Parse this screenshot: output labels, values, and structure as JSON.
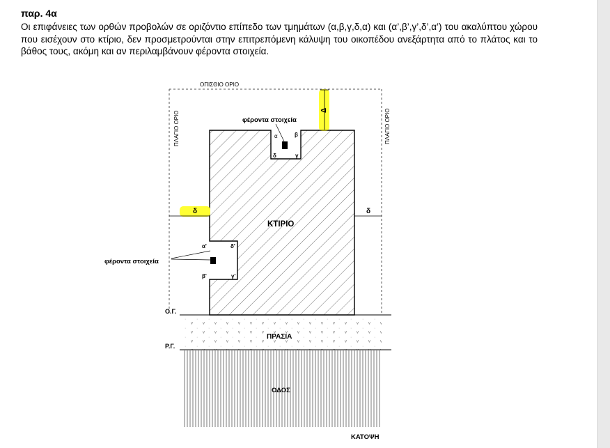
{
  "document": {
    "heading": "παρ. 4α",
    "paragraph": "Οι επιφάνειες των ορθών προβολών σε οριζόντιο επίπεδο των τμημάτων (α,β,γ,δ,α) και (α’,β’,γ’,δ’,α’) του ακαλύπτου χώρου που εισέχουν στο κτίριο, δεν προσμετρούνται στην επιτρεπόμενη κάλυψη του οικοπέδου ανεξάρτητα από το πλάτος και το βάθος τους, ακόμη και αν περιλαμβάνουν φέροντα στοιχεία."
  },
  "drawing": {
    "rear_boundary": "ΟΠΙΣΘΙΟ ΟΡΙΟ",
    "side_boundary_left": "ΠΛΑΓΙΟ ΟΡΙΟ",
    "side_boundary_right": "ΠΛΑΓΙΟ ΟΡΙΟ",
    "building": "ΚΤΙΡΙΟ",
    "front_garden": "ΠΡΑΣΙΑ",
    "road": "ΟΔΟΣ",
    "plan_view": "ΚΑΤΟΨΗ",
    "building_line": "Ο.Γ.",
    "street_line": "Ρ.Γ.",
    "load_bearing_top": "φέροντα στοιχεία",
    "load_bearing_left": "φέροντα στοιχεία",
    "setback_rear": "Δ",
    "setback_left": "δ",
    "setback_right": "δ",
    "recess_top": {
      "a": "α",
      "b": "β",
      "c": "γ",
      "d": "δ"
    },
    "recess_left": {
      "a": "α'",
      "b": "β'",
      "c": "γ'",
      "d": "δ'"
    },
    "highlight_color": "#ffff33"
  }
}
